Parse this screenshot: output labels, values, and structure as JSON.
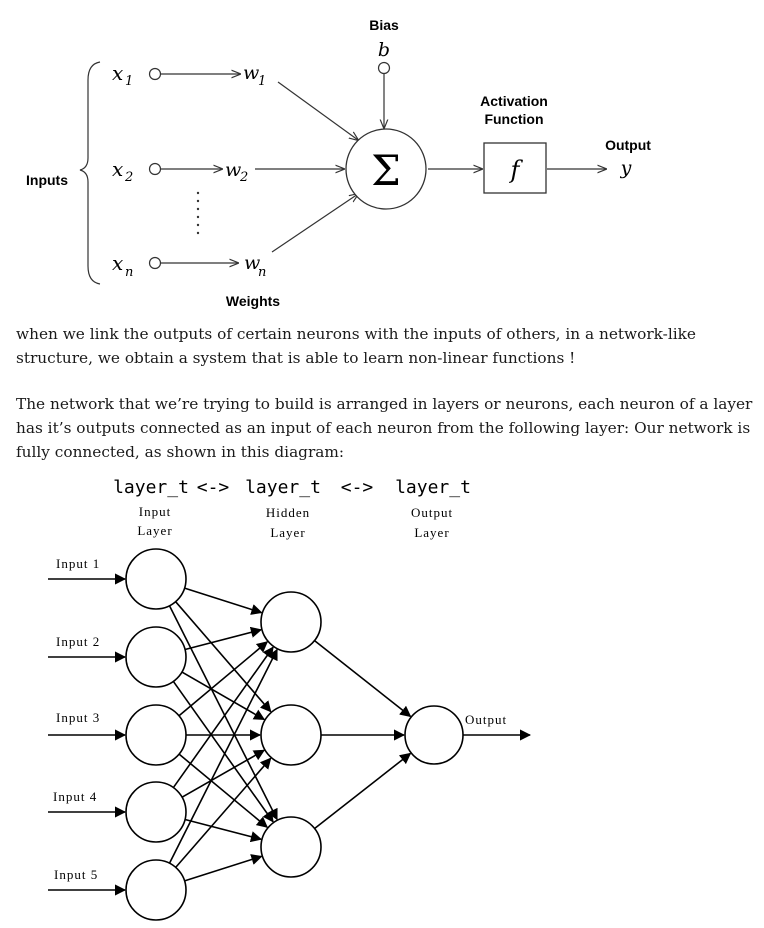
{
  "neuron_diagram": {
    "bias_label": "Bias",
    "bias_symbol": "b",
    "activation_label_line1": "Activation",
    "activation_label_line2": "Function",
    "activation_symbol": "f",
    "output_label": "Output",
    "output_symbol": "y",
    "inputs_label": "Inputs",
    "weights_label": "Weights",
    "sum_symbol": "Σ",
    "inputs": [
      {
        "var": "x",
        "sub": "1",
        "weight": "w",
        "wsub": "1"
      },
      {
        "var": "x",
        "sub": "2",
        "weight": "w",
        "wsub": "2"
      },
      {
        "var": "x",
        "sub": "n",
        "weight": "w",
        "wsub": "n"
      }
    ]
  },
  "text": {
    "paragraph1": "when we link the outputs of certain neurons with the inputs of others, in a network-like structure, we obtain a system that is able to learn non-linear functions !",
    "paragraph2": "The network that we’re trying to build is arranged in layers or neurons, each neuron of a layer has it’s outputs connected as an input of each neuron from the following layer: Our network is fully connected, as shown in this diagram:"
  },
  "network_diagram": {
    "type_header": "layer_t",
    "arrow_1": "<->",
    "arrow_2": "<->",
    "layers": [
      {
        "line1": "Input",
        "line2": "Layer",
        "nodes": 5
      },
      {
        "line1": "Hidden",
        "line2": "Layer",
        "nodes": 3
      },
      {
        "line1": "Output",
        "line2": "Layer",
        "nodes": 1
      }
    ],
    "input_labels": [
      "Input 1",
      "Input 2",
      "Input 3",
      "Input 4",
      "Input 5"
    ],
    "output_label": "Output"
  }
}
